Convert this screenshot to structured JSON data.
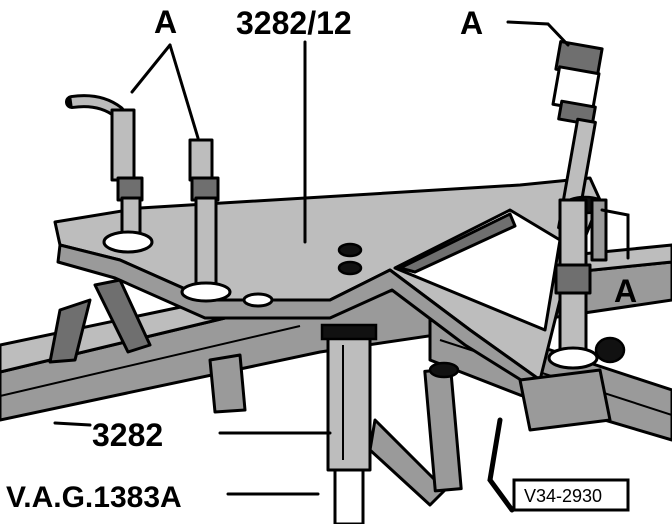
{
  "labels": {
    "clamp_left": "A",
    "clamp_top_right": "A",
    "clamp_right": "A",
    "adapter": "3282/12",
    "base_plate": "3282",
    "jack": "V.A.G.1383A"
  },
  "reference": "V34-2930"
}
